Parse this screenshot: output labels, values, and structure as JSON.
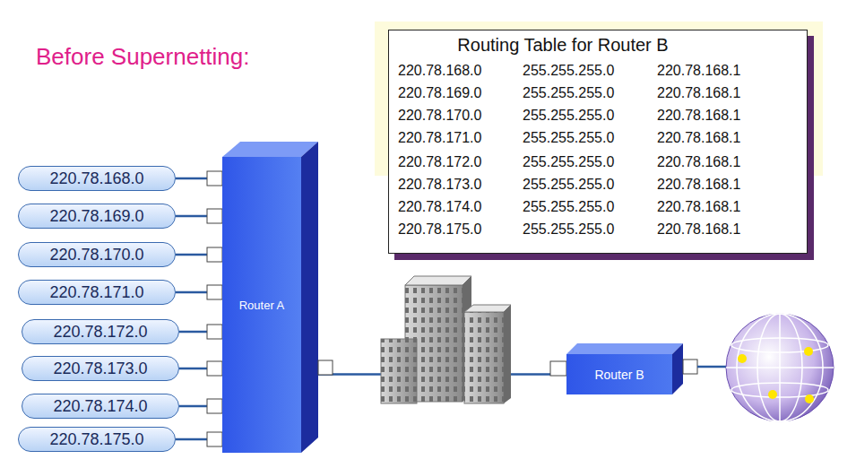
{
  "diagram": {
    "title": "Before Supernetting:",
    "nodes": [
      {
        "text": [
          "Routing Table for Router B"
        ]
      },
      {
        "text": [
          "220.78.168.0"
        ]
      },
      {
        "text": [
          "220.78.169.0"
        ]
      },
      {
        "text": [
          "220.78.170.0"
        ]
      },
      {
        "text": [
          "220.78.171.0"
        ]
      },
      {
        "text": [
          "220.78.172.0"
        ]
      },
      {
        "text": [
          "220.78.173.0"
        ]
      },
      {
        "text": [
          "220.78.174.0"
        ]
      },
      {
        "text": [
          "220.78.175.0"
        ]
      },
      {
        "text": [
          "Router A"
        ]
      },
      {
        "text": [
          "Router B"
        ]
      }
    ],
    "edges": [
      {
        "from": 1,
        "to": 9,
        "arrow": "none"
      },
      {
        "from": 2,
        "to": 9,
        "arrow": "none"
      },
      {
        "from": 3,
        "to": 9,
        "arrow": "none"
      },
      {
        "from": 4,
        "to": 9,
        "arrow": "none"
      },
      {
        "from": 5,
        "to": 9,
        "arrow": "none"
      },
      {
        "from": 6,
        "to": 9,
        "arrow": "none"
      },
      {
        "from": 7,
        "to": 9,
        "arrow": "none"
      },
      {
        "from": 8,
        "to": 9,
        "arrow": "none"
      },
      {
        "from": 9,
        "to": 10,
        "arrow": "none"
      }
    ],
    "labels": [
      "220.78.168.0",
      "255.255.255.0",
      "220.78.168.1",
      "220.78.169.0",
      "255.255.255.0",
      "220.78.168.1",
      "220.78.170.0",
      "255.255.255.0",
      "220.78.168.1",
      "220.78.171.0",
      "255.255.255.0",
      "220.78.168.1",
      "220.78.172.0",
      "255.255.255.0",
      "220.78.168.1",
      "220.78.173.0",
      "255.255.255.0",
      "220.78.168.1",
      "220.78.174.0",
      "255.255.255.0",
      "220.78.168.1",
      "220.78.175.0",
      "255.255.255.0",
      "220.78.168.1"
    ]
  }
}
